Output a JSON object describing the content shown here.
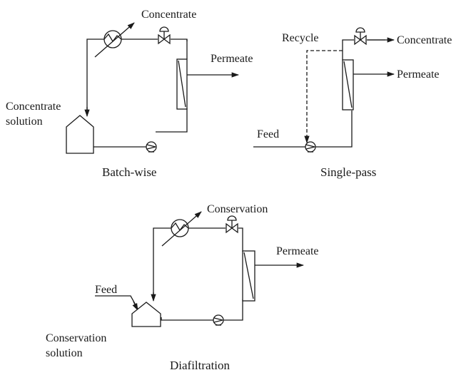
{
  "batch": {
    "concentrate": "Concentrate",
    "permeate": "Permeate",
    "tank_label_1": "Concentrate",
    "tank_label_2": "solution",
    "caption": "Batch-wise"
  },
  "single": {
    "recycle": "Recycle",
    "concentrate": "Concentrate",
    "permeate": "Permeate",
    "feed": "Feed",
    "caption": "Single-pass"
  },
  "dia": {
    "conservation": "Conservation",
    "permeate": "Permeate",
    "feed": "Feed",
    "tank_label_1": "Conservation",
    "tank_label_2": "solution",
    "caption": "Diafiltration"
  }
}
